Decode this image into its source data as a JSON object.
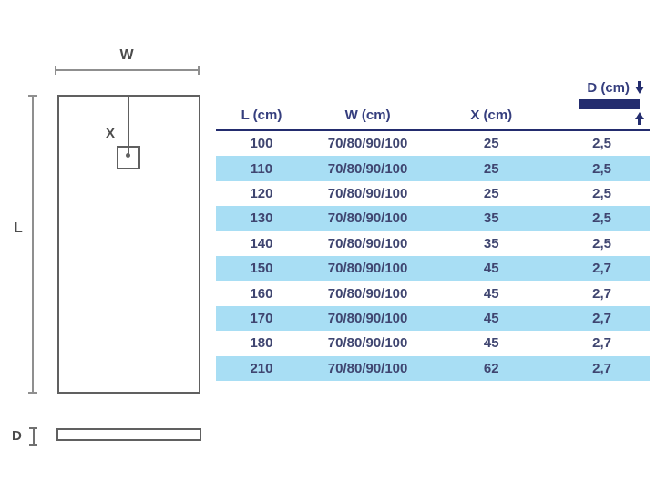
{
  "colors": {
    "accent_navy": "#232c6e",
    "header_text": "#353e7e",
    "body_text": "#3f4570",
    "stripe_blue": "#a8def4",
    "drawing_line_gray": "#8f8f8f",
    "drawing_outline_gray": "#606060"
  },
  "diagram": {
    "top_view": {
      "width_label": "W",
      "length_label": "L",
      "drain_offset_label": "X"
    },
    "side_view": {
      "depth_label": "D"
    }
  },
  "table": {
    "headers": [
      "L (cm)",
      "W (cm)",
      "X (cm)",
      "D (cm)"
    ],
    "rows": [
      {
        "l": "100",
        "w": "70/80/90/100",
        "x": "25",
        "d": "2,5"
      },
      {
        "l": "110",
        "w": "70/80/90/100",
        "x": "25",
        "d": "2,5"
      },
      {
        "l": "120",
        "w": "70/80/90/100",
        "x": "25",
        "d": "2,5"
      },
      {
        "l": "130",
        "w": "70/80/90/100",
        "x": "35",
        "d": "2,5"
      },
      {
        "l": "140",
        "w": "70/80/90/100",
        "x": "35",
        "d": "2,5"
      },
      {
        "l": "150",
        "w": "70/80/90/100",
        "x": "45",
        "d": "2,7"
      },
      {
        "l": "160",
        "w": "70/80/90/100",
        "x": "45",
        "d": "2,7"
      },
      {
        "l": "170",
        "w": "70/80/90/100",
        "x": "45",
        "d": "2,7"
      },
      {
        "l": "180",
        "w": "70/80/90/100",
        "x": "45",
        "d": "2,7"
      },
      {
        "l": "210",
        "w": "70/80/90/100",
        "x": "62",
        "d": "2,7"
      }
    ]
  },
  "icons": {
    "depth_top_arrow": "arrow-down-icon",
    "depth_bottom_arrow": "arrow-up-icon"
  }
}
